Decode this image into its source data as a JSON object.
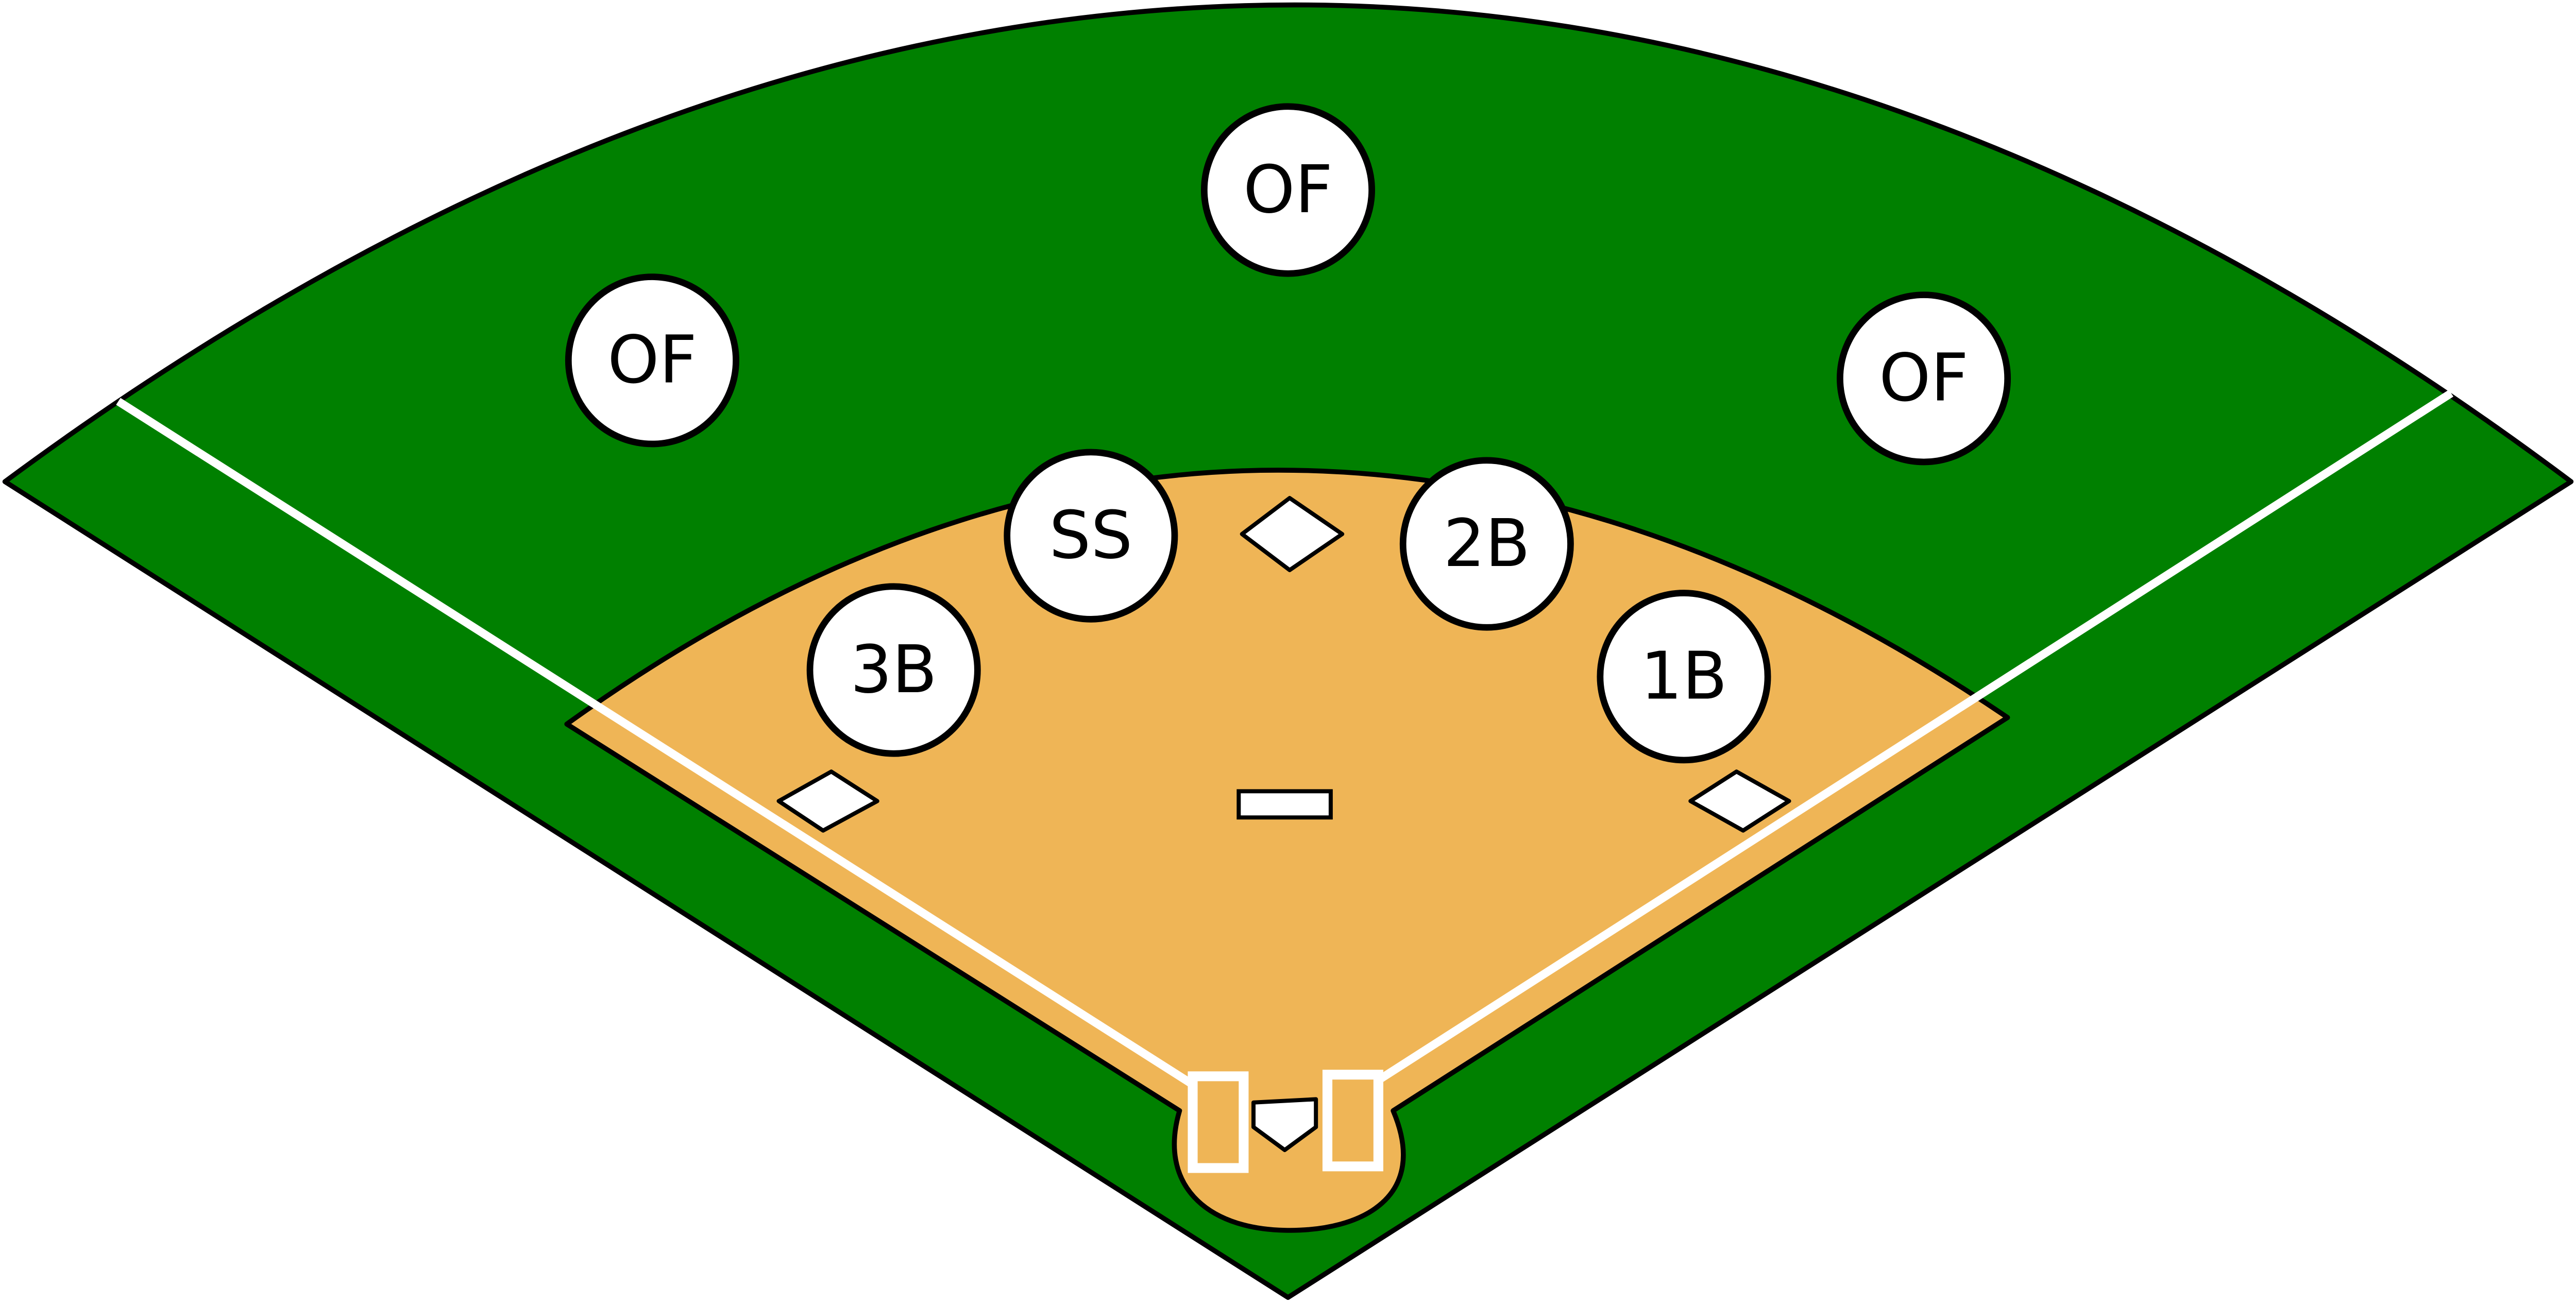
{
  "colors": {
    "outfield_grass": "#008000",
    "infield_dirt": "#EFB556",
    "foul_line": "#FFFFFF",
    "outline": "#000000",
    "player_circle": "#FFFFFF",
    "base": "#FFFFFF"
  },
  "bases": [
    "first-base",
    "second-base",
    "third-base",
    "home-plate",
    "pitchers-rubber"
  ],
  "batters_boxes": [
    "left-batters-box",
    "right-batters-box"
  ],
  "positions": {
    "left_fielder": "OF",
    "center_fielder": "OF",
    "right_fielder": "OF",
    "shortstop": "SS",
    "second_baseman": "2B",
    "third_baseman": "3B",
    "first_baseman": "1B"
  }
}
